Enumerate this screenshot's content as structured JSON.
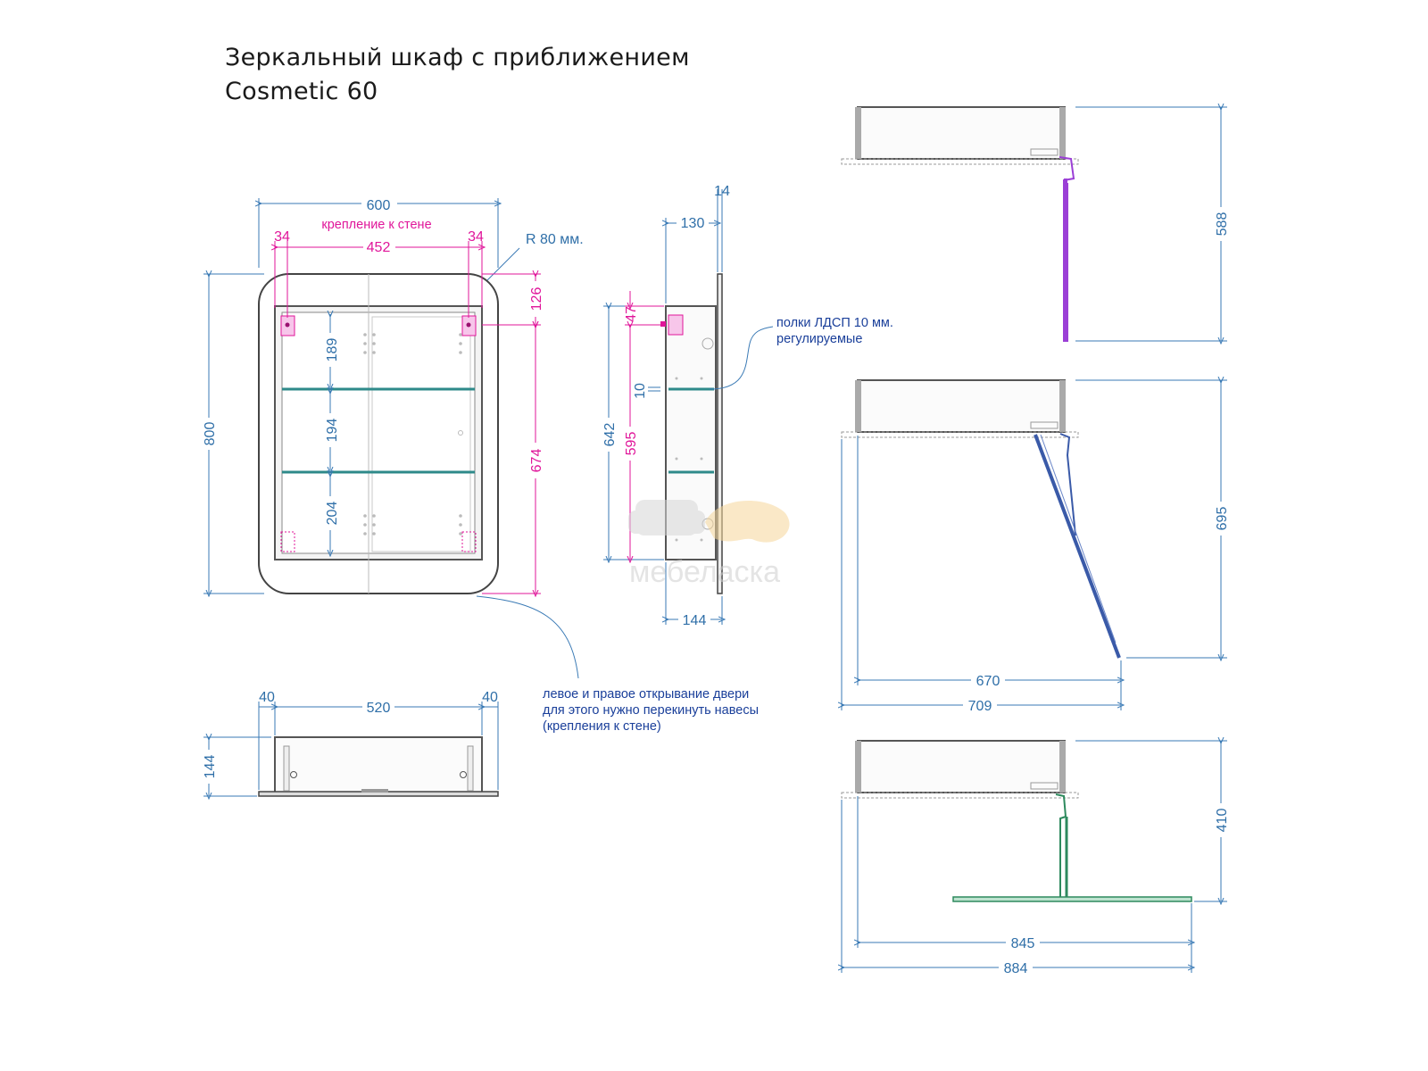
{
  "title": {
    "line1": "Зеркальный шкаф с приближением",
    "line2": "Cosmetic 60"
  },
  "front_view": {
    "width": "600",
    "mount_label": "крепление к стене",
    "mount_left": "34",
    "mount_span": "452",
    "mount_right": "34",
    "radius": "R 80 мм.",
    "height": "800",
    "top_offset": "126",
    "inner_height": "674",
    "shelf_1": "189",
    "shelf_2": "194",
    "shelf_3": "204"
  },
  "side_view": {
    "depth_inner": "130",
    "door": "14",
    "top_offset": "47",
    "shelf_thickness": "10",
    "height": "642",
    "inner": "595",
    "depth_total": "144",
    "shelf_note_1": "полки ЛДСП 10 мм.",
    "shelf_note_2": "регулируемые"
  },
  "bottom_view": {
    "left": "40",
    "middle": "520",
    "right": "40",
    "depth": "144"
  },
  "door_note": {
    "line1": "левое и правое открывание двери",
    "line2": "для этого нужно перекинуть навесы",
    "line3": "(крепления к стене)"
  },
  "open_views": {
    "v1_height": "588",
    "v2_height": "695",
    "v2_w1": "670",
    "v2_w2": "709",
    "v3_height": "410",
    "v3_w1": "845",
    "v3_w2": "884"
  },
  "watermark": "мебеласка",
  "colors": {
    "dimension": "#2f6fa8",
    "mounting": "#e0169a",
    "door_open_1": "#9b3fd6",
    "door_open_2": "#3a5aa8",
    "door_open_3": "#2e8a5e"
  }
}
